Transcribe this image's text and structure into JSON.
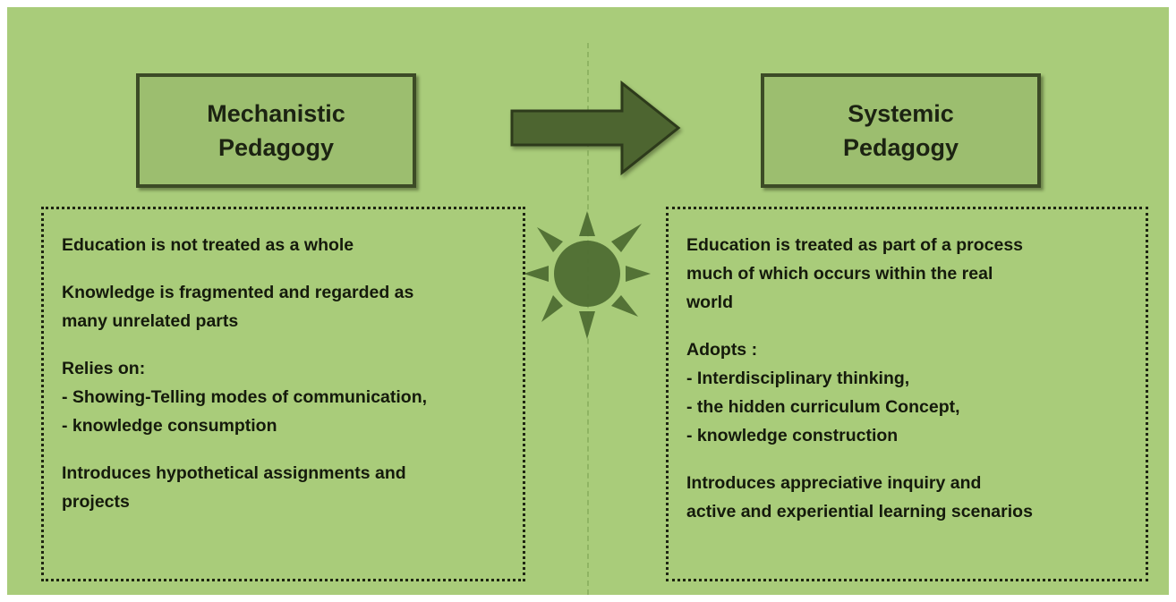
{
  "diagram": {
    "left": {
      "title": [
        "Mechanistic",
        "Pedagogy"
      ],
      "paragraphs": [
        [
          "Education is not treated as a whole"
        ],
        [
          "Knowledge is fragmented and regarded as",
          "many unrelated parts"
        ],
        [
          "Relies on:",
          "- Showing-Telling modes of communication,",
          "- knowledge consumption"
        ],
        [
          "Introduces hypothetical assignments and",
          "projects"
        ]
      ]
    },
    "right": {
      "title": [
        "Systemic",
        "Pedagogy"
      ],
      "paragraphs": [
        [
          "Education is treated as part of a process",
          "much of which occurs within the real",
          "world"
        ],
        [
          "Adopts :",
          "- Interdisciplinary thinking,",
          "- the hidden curriculum Concept,",
          "- knowledge  construction"
        ],
        [
          "Introduces appreciative inquiry and",
          "active and experiential learning scenarios"
        ]
      ]
    },
    "colors": {
      "background": "#a9cc7a",
      "box_fill": "#9cbe6f",
      "arrow_fill": "#4d6530",
      "sun_fill": "#4f6e33",
      "border": "#3c4b26"
    },
    "icons": {
      "arrow": "right-arrow-icon",
      "center": "sun-icon"
    }
  }
}
